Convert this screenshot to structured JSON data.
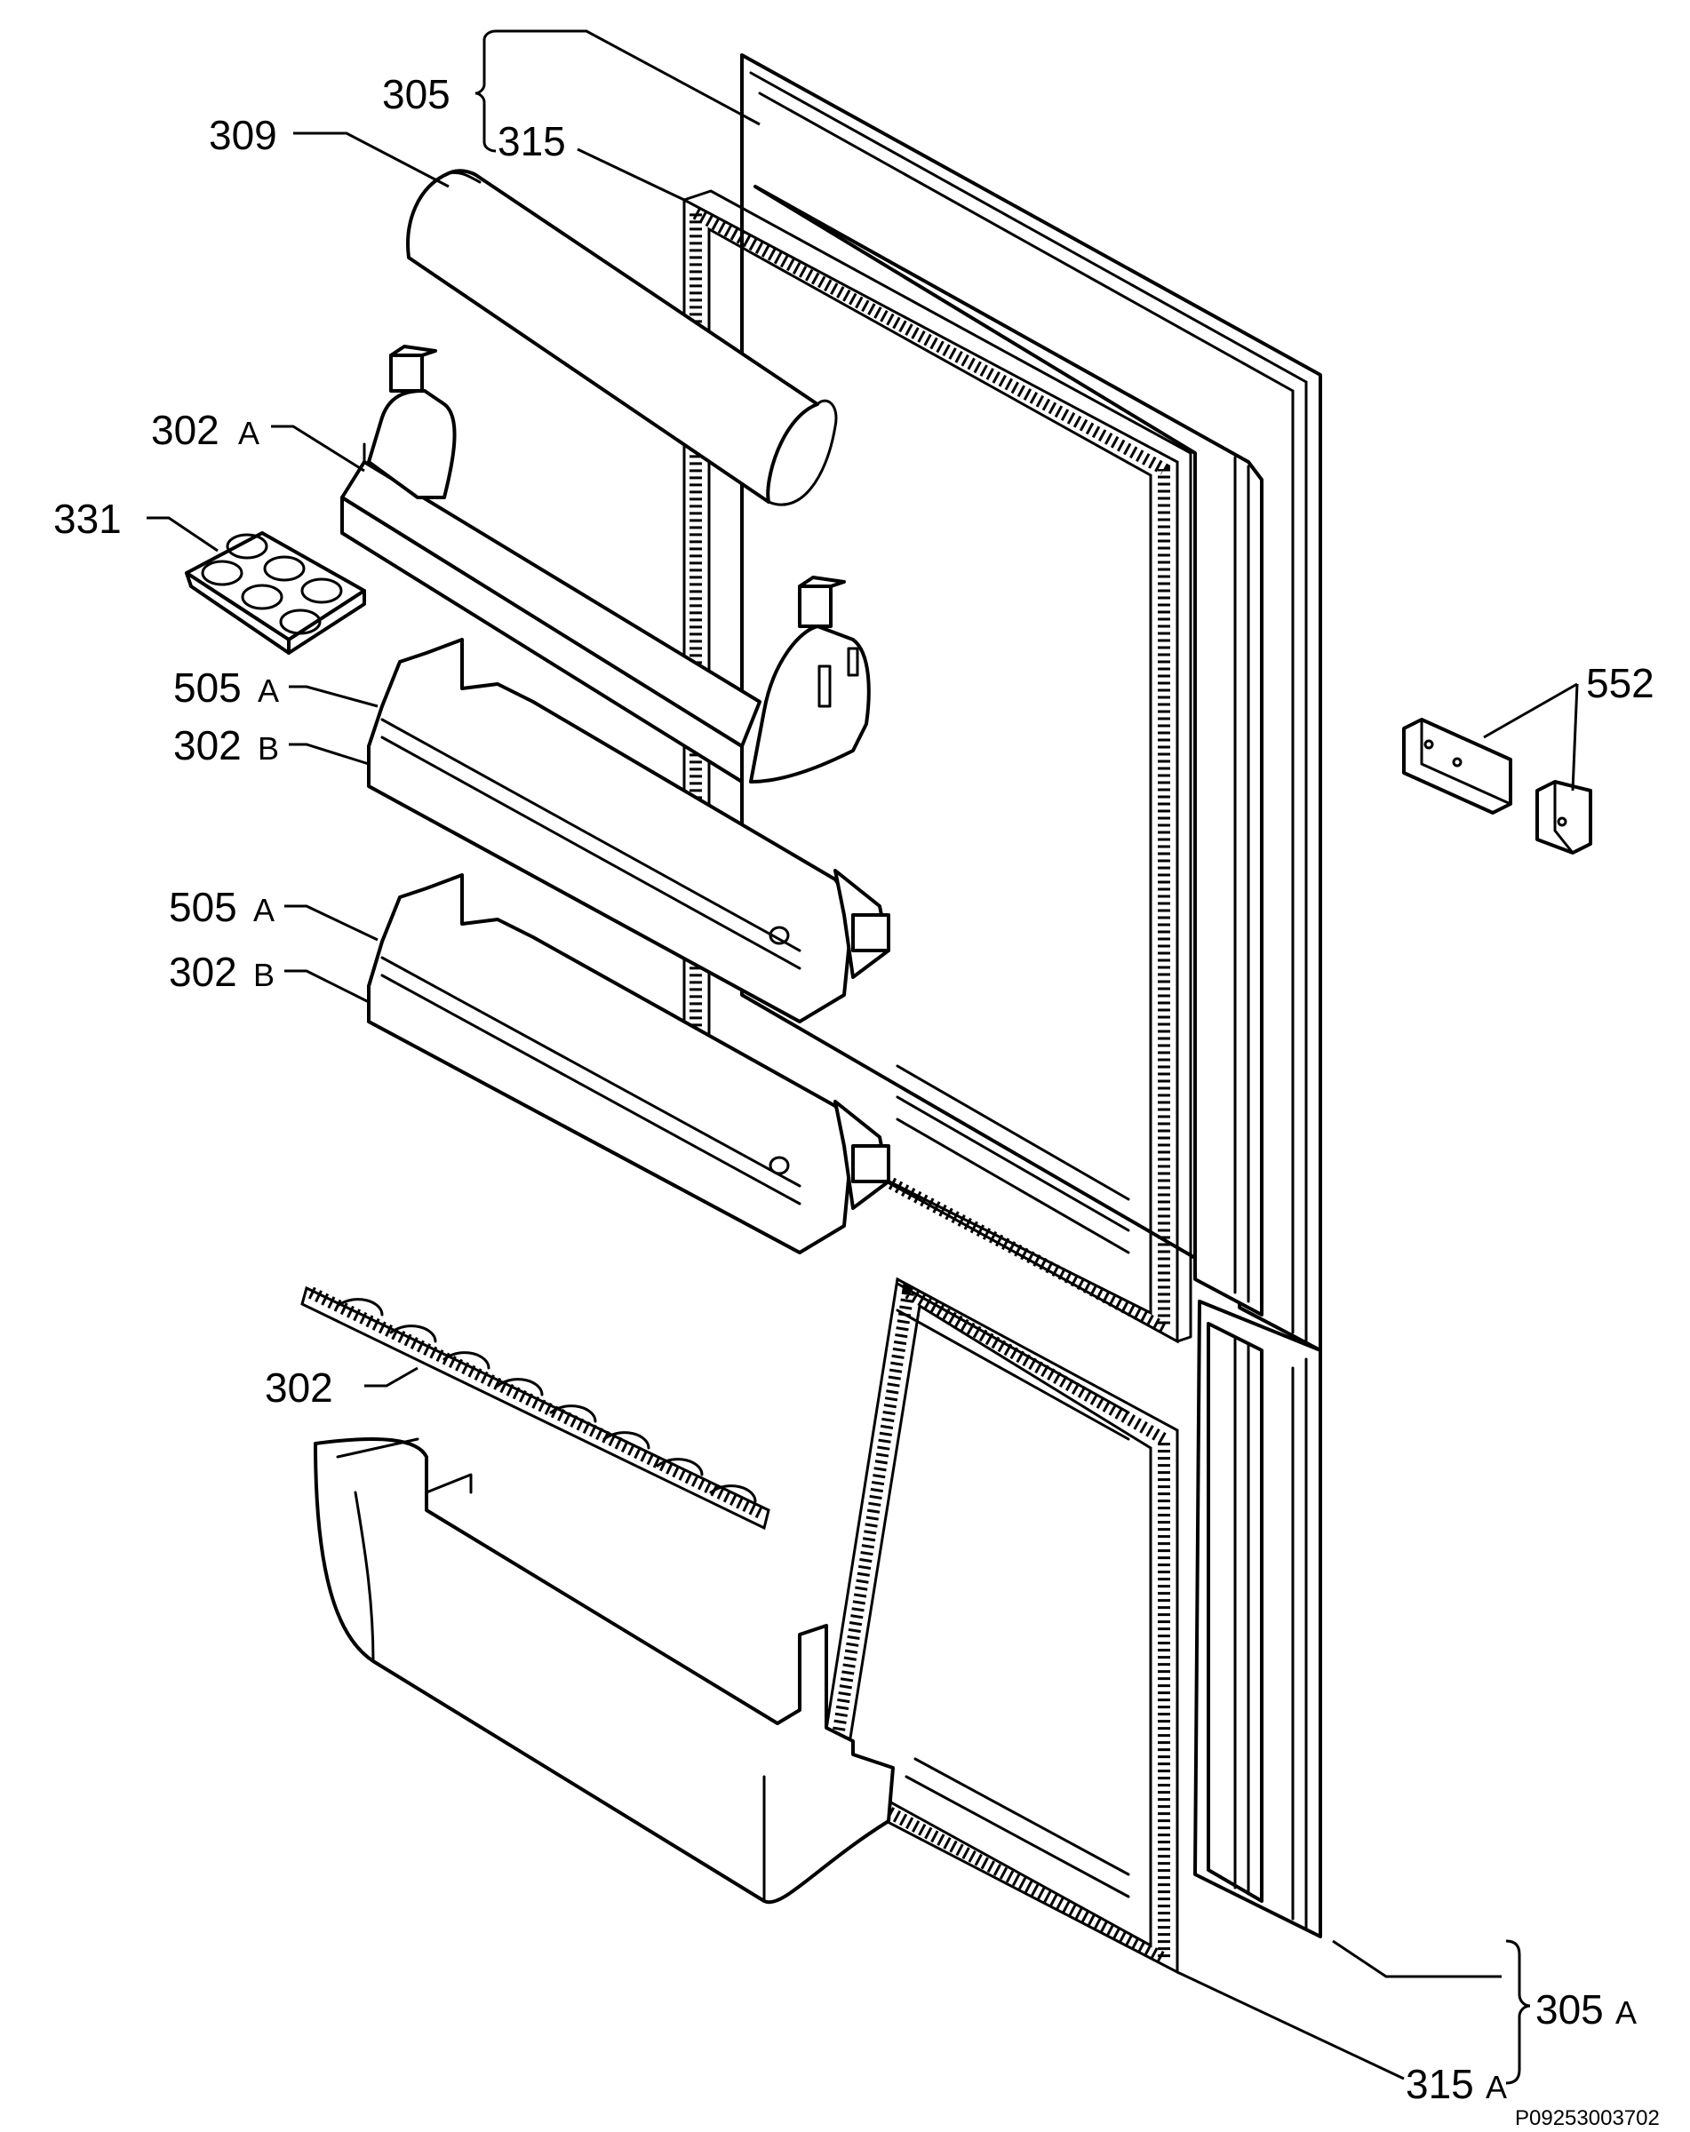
{
  "labels": {
    "l305": "305",
    "l315": "315",
    "l309": "309",
    "l302a": "302",
    "l302a_suffix": "A",
    "l331": "331",
    "l505a_1": "505",
    "l505a_1_suffix": "A",
    "l302b_1": "302",
    "l302b_1_suffix": "B",
    "l505a_2": "505",
    "l505a_2_suffix": "A",
    "l302b_2": "302",
    "l302b_2_suffix": "B",
    "l302": "302",
    "l552": "552",
    "l305a": "305",
    "l305a_suffix": "A",
    "l315a": "315",
    "l315a_suffix": "A"
  },
  "reference_code": "P09253003702"
}
